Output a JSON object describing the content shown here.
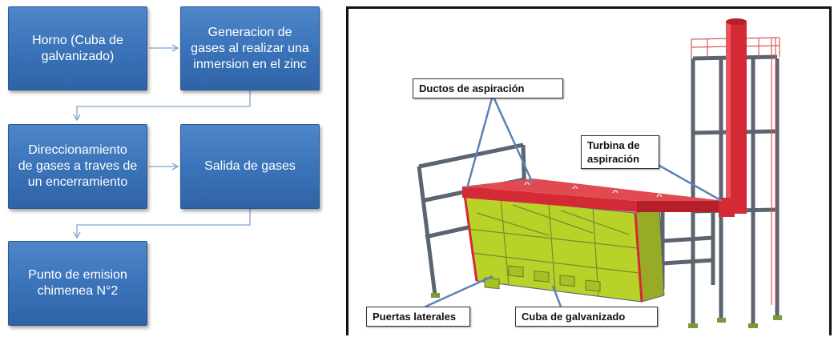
{
  "flowchart": {
    "boxes": [
      {
        "id": "b1",
        "label": "Horno (Cuba de\ngalvanizado)"
      },
      {
        "id": "b2",
        "label": "Generacion de\ngases al realizar una\ninmersion en el zinc"
      },
      {
        "id": "b3",
        "label": "Direccionamiento\nde gases a traves de\nun encerramiento"
      },
      {
        "id": "b4",
        "label": "Salida de gases"
      },
      {
        "id": "b5",
        "label": "Punto de emision\nchimenea N°2"
      }
    ],
    "colors": {
      "box": "#3a72b8",
      "arrow": "#7fa3d1"
    }
  },
  "illustration": {
    "callouts": {
      "ductos": "Ductos de aspiración",
      "turbina": "Turbina de\naspiración",
      "puertas": "Puertas laterales",
      "cuba": "Cuba de galvanizado"
    },
    "colors": {
      "structure": "#5b6470",
      "tank": "#b9d22a",
      "duct": "#d42a35",
      "callout_line": "#5a84b8"
    }
  }
}
